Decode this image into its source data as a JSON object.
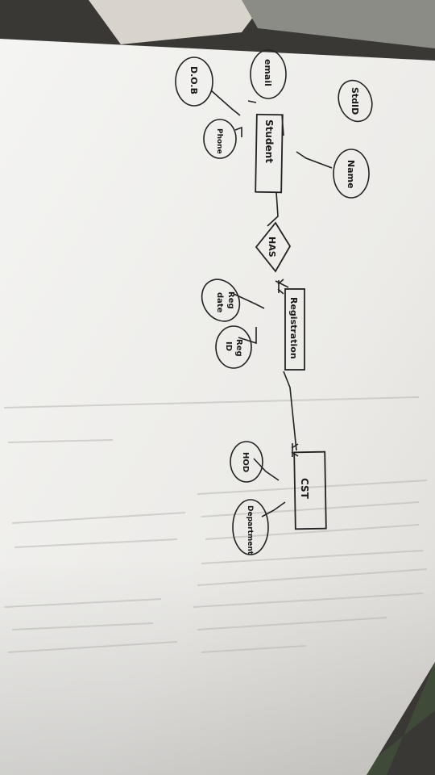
{
  "diagram": {
    "entities": {
      "student": "Student",
      "registration": "Registration",
      "cst": "CST"
    },
    "relationship": {
      "has": "HAS"
    },
    "attributes": {
      "stdid": "StdID",
      "name": "Name",
      "email": "email",
      "dob": "D.O.B",
      "phone": "Phone",
      "reg_date": [
        "Reg",
        "date"
      ],
      "reg_id": [
        "Reg",
        "ID"
      ],
      "hod": "HOD",
      "department": "Department"
    }
  }
}
